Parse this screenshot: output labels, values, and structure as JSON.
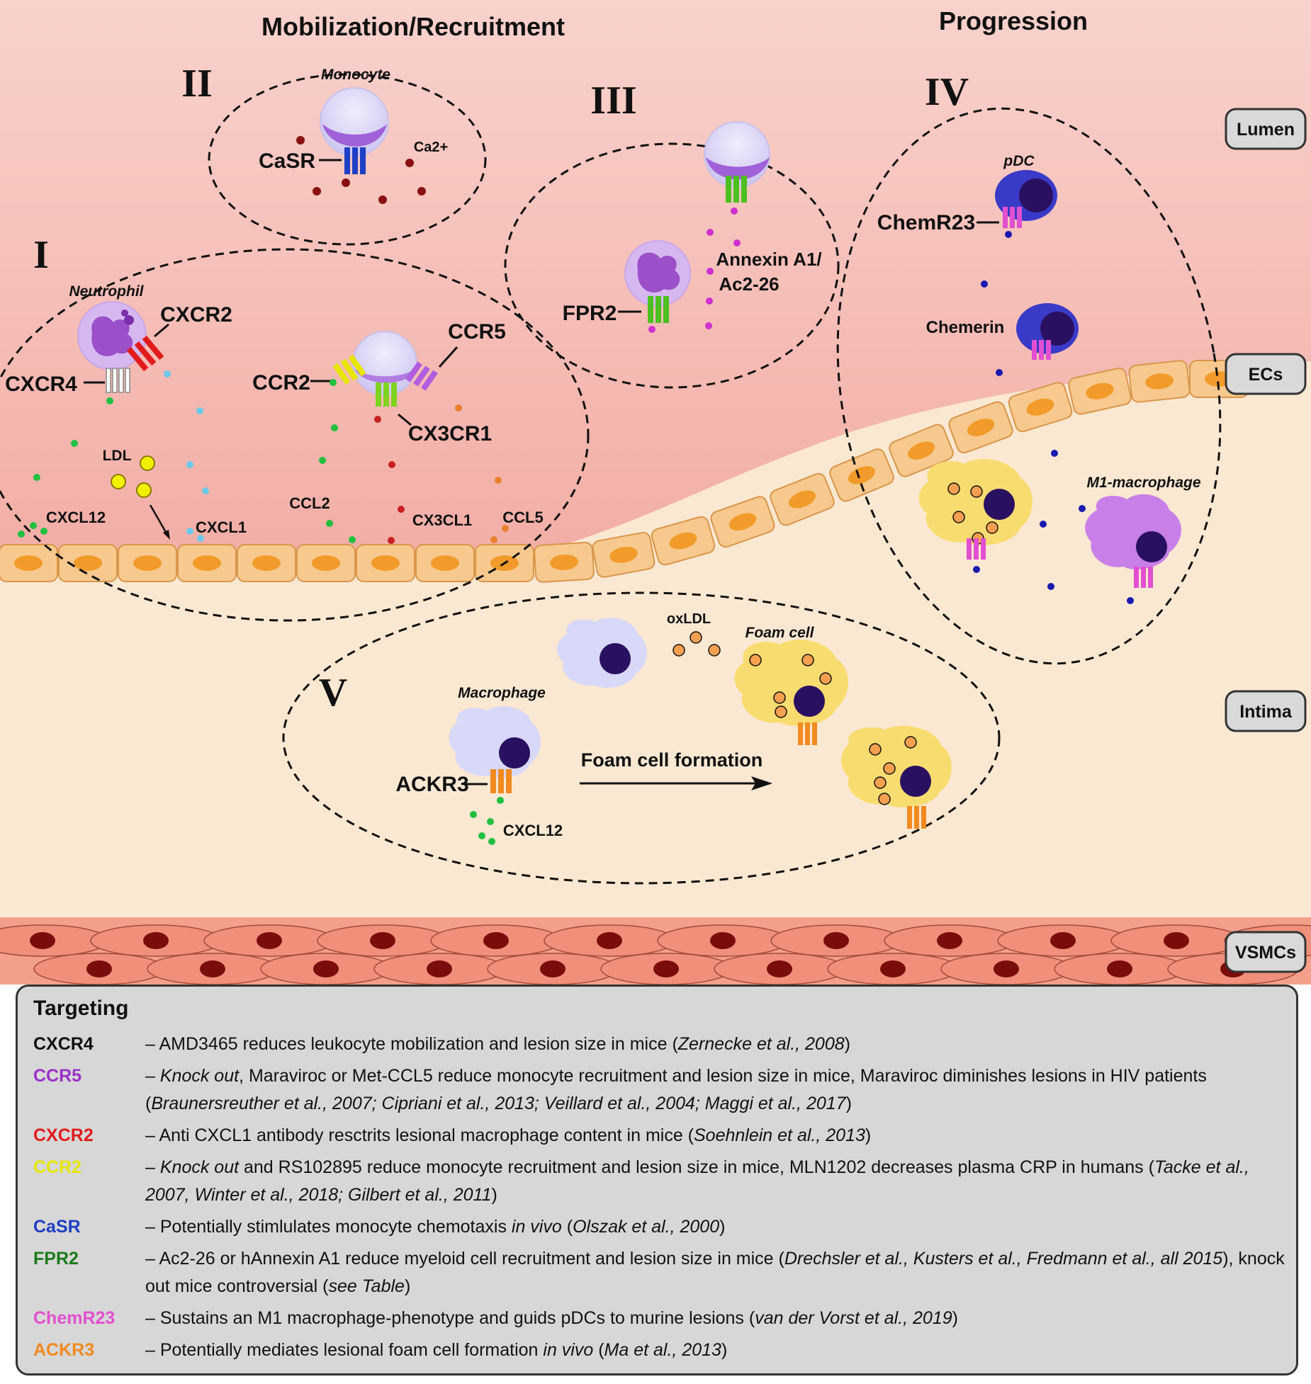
{
  "headers": {
    "mobilization": "Mobilization/Recruitment",
    "progression": "Progression"
  },
  "stages": {
    "I": "I",
    "II": "II",
    "III": "III",
    "IV": "IV",
    "V": "V"
  },
  "side_labels": {
    "lumen": "Lumen",
    "ecs": "ECs",
    "intima": "Intima",
    "vsmcs": "VSMCs"
  },
  "cells": {
    "neutrophil": "Neutrophil",
    "monocyte": "Monocyte",
    "pdc": "pDC",
    "m1_macrophage": "M1-macrophage",
    "macrophage": "Macrophage",
    "foam_cell": "Foam cell"
  },
  "receptors": {
    "cxcr2": "CXCR2",
    "cxcr4": "CXCR4",
    "ccr2": "CCR2",
    "ccr5": "CCR5",
    "cx3cr1": "CX3CR1",
    "casr": "CaSR",
    "fpr2": "FPR2",
    "chemr23": "ChemR23",
    "ackr3": "ACKR3"
  },
  "ligands": {
    "ldl": "LDL",
    "cxcl12": "CXCL12",
    "cxcl1": "CXCL1",
    "ccl2": "CCL2",
    "cx3cl1": "CX3CL1",
    "ccl5": "CCL5",
    "ca2": "Ca2+",
    "annexin_line1": "Annexin A1/",
    "annexin_line2": "Ac2-26",
    "chemerin": "Chemerin",
    "oxldl": "oxLDL",
    "cxcl12_v": "CXCL12"
  },
  "process": {
    "foam_formation": "Foam cell formation"
  },
  "colors": {
    "lumen": "#f6c6c0",
    "intima": "#fbe8d2",
    "ec": "#f7c98e",
    "ec_nucleus": "#f29b2a",
    "vsmc": "#f0907a",
    "vsmc_nucleus": "#7a0c0c",
    "cxcr4": "#111111",
    "ccr5": "#9b30c9",
    "cxcr2": "#e01b1b",
    "ccr2": "#e6e600",
    "casr": "#1f3fc4",
    "fpr2": "#1a7a1a",
    "chemr23": "#e24fd0",
    "ackr3": "#f28a20"
  },
  "targeting": {
    "title": "Targeting",
    "rows": [
      {
        "key": "CXCR4",
        "color": "#111111",
        "parts": [
          {
            "t": "– AMD3465 reduces leukocyte mobilization and lesion size in mice ("
          },
          {
            "t": "Zernecke et al., 2008",
            "i": true
          },
          {
            "t": ")"
          }
        ]
      },
      {
        "key": "CCR5",
        "color": "#9b30c9",
        "parts": [
          {
            "t": "– "
          },
          {
            "t": "Knock out",
            "i": true
          },
          {
            "t": ", Maraviroc or Met-CCL5 reduce monocyte recruitment and lesion size in mice, Maraviroc diminishes lesions in HIV patients ("
          },
          {
            "t": "Braunersreuther et al., 2007; Cipriani et al., 2013; Veillard et al., 2004; Maggi et al., 2017",
            "i": true
          },
          {
            "t": ")"
          }
        ]
      },
      {
        "key": "CXCR2",
        "color": "#e01b1b",
        "parts": [
          {
            "t": "– Anti CXCL1 antibody resctrits lesional macrophage content in mice ("
          },
          {
            "t": "Soehnlein et al., 2013",
            "i": true
          },
          {
            "t": ")"
          }
        ]
      },
      {
        "key": "CCR2",
        "color": "#e6e600",
        "parts": [
          {
            "t": "– "
          },
          {
            "t": "Knock out",
            "i": true
          },
          {
            "t": " and RS102895 reduce monocyte recruitment and lesion size in mice, MLN1202 decreases plasma CRP in humans ("
          },
          {
            "t": "Tacke et al., 2007, Winter et al., 2018; Gilbert et al., 2011",
            "i": true
          },
          {
            "t": ")"
          }
        ]
      },
      {
        "key": "CaSR",
        "color": "#1f3fc4",
        "parts": [
          {
            "t": "– Potentially stimlulates monocyte chemotaxis "
          },
          {
            "t": "in vivo",
            "i": true
          },
          {
            "t": " ("
          },
          {
            "t": "Olszak et al., 2000",
            "i": true
          },
          {
            "t": ")"
          }
        ]
      },
      {
        "key": "FPR2",
        "color": "#1a7a1a",
        "parts": [
          {
            "t": "– Ac2-26 or hAnnexin A1 reduce myeloid cell recruitment and lesion size in mice ("
          },
          {
            "t": "Drechsler et al., Kusters et al., Fredmann et al., all 2015",
            "i": true
          },
          {
            "t": "), knock out mice controversial ("
          },
          {
            "t": "see Table",
            "i": true
          },
          {
            "t": ")"
          }
        ]
      },
      {
        "key": "ChemR23",
        "color": "#e24fd0",
        "parts": [
          {
            "t": "– Sustains an M1 macrophage-phenotype and guids pDCs to murine lesions ("
          },
          {
            "t": "van der Vorst et al., 2019",
            "i": true
          },
          {
            "t": ")"
          }
        ]
      },
      {
        "key": "ACKR3",
        "color": "#f28a20",
        "parts": [
          {
            "t": "– Potentially mediates lesional foam cell formation "
          },
          {
            "t": "in vivo",
            "i": true
          },
          {
            "t": " ("
          },
          {
            "t": "Ma et al., 2013",
            "i": true
          },
          {
            "t": ")"
          }
        ]
      }
    ]
  }
}
